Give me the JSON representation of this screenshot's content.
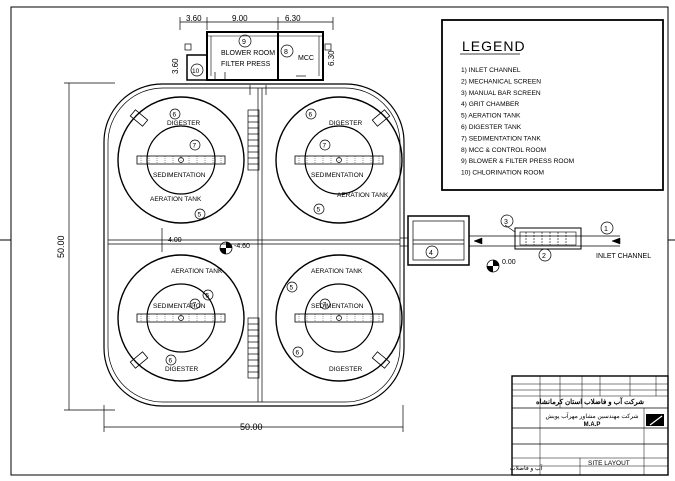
{
  "dimensions": {
    "top_a": "3.60",
    "top_b": "9.00",
    "top_c": "6.30",
    "left_small": "3.60",
    "right_small": "6.30",
    "overall_height": "50.00",
    "overall_width": "50.00",
    "level_a": "4.00",
    "level_b": "-4.60",
    "level_c": "0.00"
  },
  "buildings": {
    "blower_room": "BLOWER ROOM",
    "filter_press": "FILTER PRESS",
    "mcc": "MCC",
    "num_9": "9",
    "num_8": "8",
    "num_10": "10"
  },
  "plant": {
    "digester": "DIGESTER",
    "sedimentation": "SEDIMENTATION",
    "aeration_tank": "AERATION TANK",
    "num_5": "5",
    "num_6": "6",
    "num_7": "7",
    "inlet_channel": "INLET CHANNEL",
    "num_1": "1",
    "num_2": "2",
    "num_3": "3",
    "num_4": "4"
  },
  "legend": {
    "title": "LEGEND",
    "items": [
      "1) INLET CHANNEL",
      "2) MECHANICAL SCREEN",
      "3) MANUAL BAR SCREEN",
      "4) GRIT CHAMBER",
      "5) AERATION TANK",
      "6) DIGESTER TANK",
      "7) SEDIMENTATION TANK",
      "8) MCC & CONTROL ROOM",
      "9) BLOWER & FILTER PRESS ROOM",
      "10) CHLORINATION ROOM"
    ]
  },
  "title_block": {
    "company": "شرکت آب و فاضلاب استان کرمانشاه",
    "consultant": "شرکت مهندسین مشاور مهرآب پویش",
    "consultant_short": "M.A.P",
    "sheet_title": "SITE LAYOUT",
    "bottom_left": "آب و فاضلاب"
  }
}
